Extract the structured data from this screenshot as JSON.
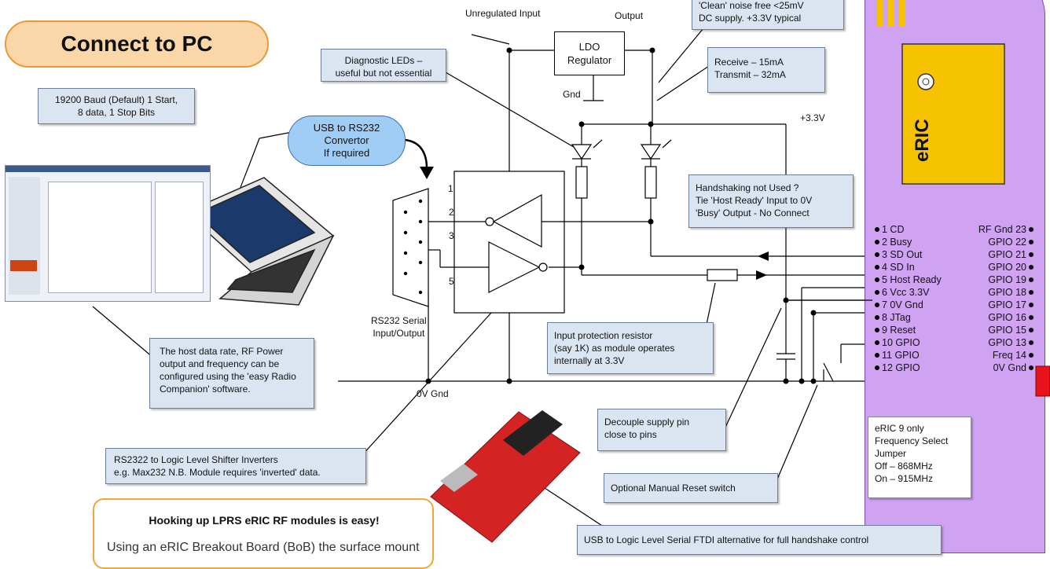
{
  "title": "Connect to PC",
  "baud_note": "19200 Baud (Default) 1 Start,\n8 data, 1 Stop Bits",
  "usb_convertor": "USB to RS232\nConvertor\nIf required",
  "diag_leds_note": "Diagnostic LEDs –\nuseful but not essential",
  "unregulated_input": "Unregulated Input",
  "output_label": "Output",
  "clean_supply_note": "'Clean' noise free <25mV\nDC supply. +3.3V typical",
  "ldo": "LDO\nRegulator",
  "gnd": "Gnd",
  "current_note": "Receive – 15mA\nTransmit – 32mA",
  "v33": "+3.3V",
  "handshake_note": "Handshaking not Used ?\nTie 'Host Ready' Input to 0V\n'Busy' Output - No Connect",
  "db9_pins": [
    "1",
    "2",
    "3",
    "5"
  ],
  "rs232_label": "RS232 Serial\nInput/Output",
  "host_rate_note": "The host data rate, RF Power\noutput and frequency can be\nconfigured using the 'easy Radio\nCompanion' software.",
  "input_protection_note": "Input protection resistor\n(say 1K) as module operates\ninternally at 3.3V",
  "zero_v": "0V Gnd",
  "level_shifter_note": "RS2322 to Logic Level Shifter Inverters\ne.g. Max232 N.B. Module requires 'inverted' data.",
  "decouple_note": "Decouple supply pin\nclose to pins",
  "reset_switch_note": "Optional Manual Reset switch",
  "ftdi_note": "USB to Logic Level Serial FTDI alternative for full handshake control",
  "freq_note": "eRIC 9 only\nFrequency Select\nJumper\nOff – 868MHz\nOn – 915MHz",
  "hooking_title": "Hooking up LPRS eRIC RF modules is easy!",
  "hooking_body": "Using an eRIC Breakout Board (BoB) the surface mount",
  "module_name": "eRIC",
  "pins_left": [
    "1 CD",
    "2 Busy",
    "3 SD Out",
    "4 SD In",
    "5 Host Ready",
    "6 Vcc 3.3V",
    "7 0V Gnd",
    "8 JTag",
    "9 Reset",
    "10 GPIO",
    "11 GPIO",
    "12 GPIO"
  ],
  "pins_right": [
    "RF Gnd 23",
    "GPIO 22",
    "GPIO 21",
    "GPIO 20",
    "GPIO 19",
    "GPIO 18",
    "GPIO 17",
    "GPIO 16",
    "GPIO 15",
    "GPIO 13",
    "Freq 14",
    "0V Gnd"
  ],
  "colors": {
    "board": "#cfa3f2",
    "chip": "#f7c300",
    "note_fill": "#dbe5f1",
    "title_fill": "#fad7a8",
    "jumper": "#e8121b"
  }
}
